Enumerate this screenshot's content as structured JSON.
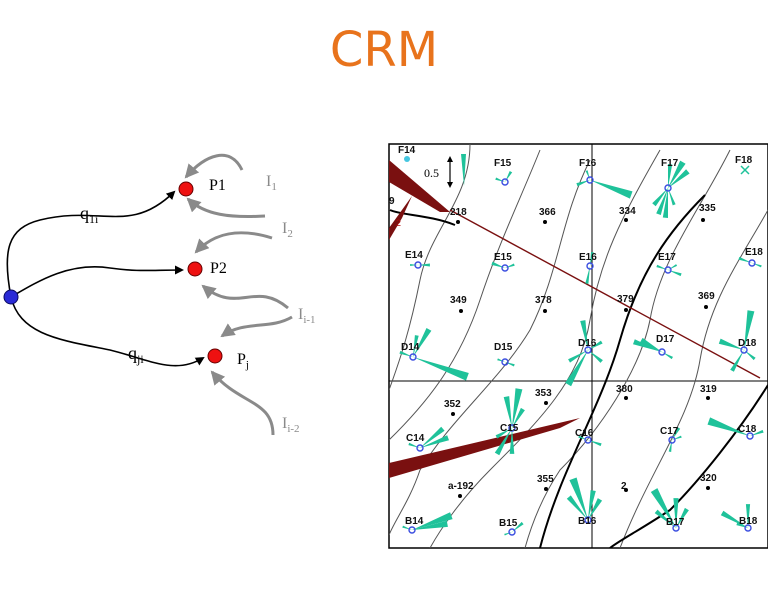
{
  "title": "CRM",
  "diagram": {
    "producers": [
      {
        "id": "P1",
        "label": "P1"
      },
      {
        "id": "P2",
        "label": "P2"
      },
      {
        "id": "Pj",
        "label": "P",
        "sub": "j"
      }
    ],
    "injectors": [
      {
        "id": "I1",
        "label": "I",
        "sub": "1"
      },
      {
        "id": "I2",
        "label": "I",
        "sub": "2"
      },
      {
        "id": "Ii1",
        "label": "I",
        "sub": "i-1"
      },
      {
        "id": "Ii2",
        "label": "I",
        "sub": "i-2"
      }
    ],
    "flows": [
      {
        "label": "q",
        "sub": "1i"
      },
      {
        "label": "q",
        "sub": "ji"
      }
    ]
  },
  "map": {
    "scale_label": "0.5",
    "wells": [
      "F14",
      "F15",
      "F16",
      "F17",
      "F18",
      "E14",
      "E15",
      "E16",
      "E17",
      "E18",
      "D14",
      "D15",
      "D16",
      "D17",
      "D18",
      "C14",
      "C15",
      "C16",
      "C17",
      "C18",
      "B14",
      "B15",
      "B16",
      "B17",
      "B18"
    ],
    "numbers": [
      "218",
      "366",
      "334",
      "335",
      "349",
      "378",
      "379",
      "369",
      "353",
      "380",
      "319",
      "352",
      "355",
      "320",
      "a-192",
      "2"
    ],
    "edge_marks": [
      "9",
      "2"
    ]
  }
}
